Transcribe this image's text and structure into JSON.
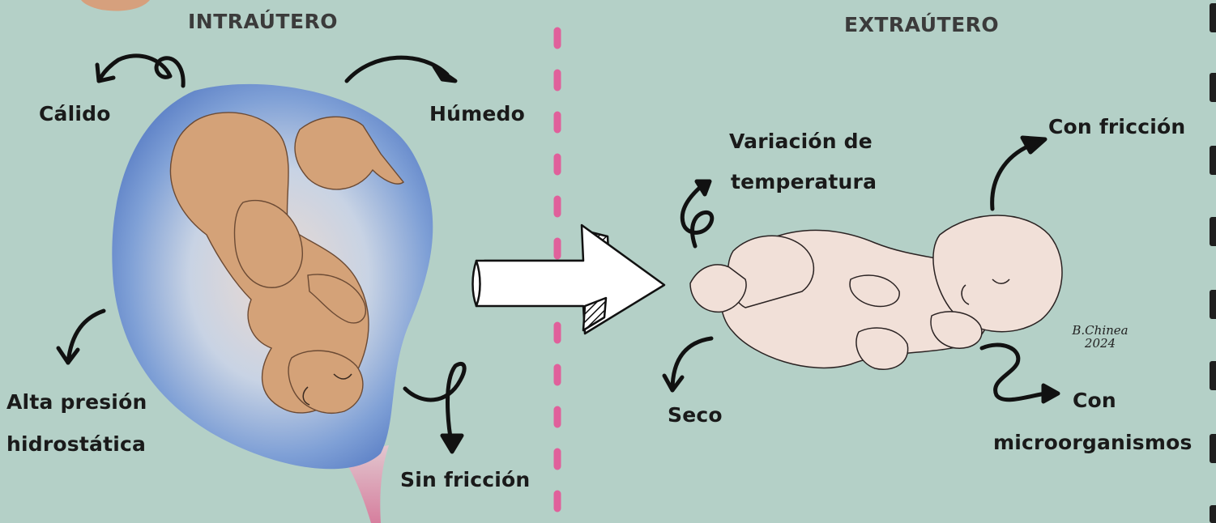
{
  "headings": {
    "left": "INTRAÚTERO",
    "right": "EXTRAÚTERO"
  },
  "intrauterine": {
    "warm": "Cálido",
    "humid": "Húmedo",
    "pressure_line1": "Alta presión",
    "pressure_line2": "hidrostática",
    "no_friction": "Sin fricción"
  },
  "extrauterine": {
    "temperature_line1": "Variación de",
    "temperature_line2": "temperatura",
    "friction": "Con fricción",
    "dry": "Seco",
    "microbes_line1": "Con",
    "microbes_line2": "microorganismos"
  },
  "signature": {
    "name": "B.Chinea",
    "year": "2024"
  },
  "colors": {
    "background": "#b4d0c7",
    "divider": "#e0609b",
    "ink": "#1a1a1a",
    "womb_blue": "#5a7fc4",
    "fetus_skin": "#d4a278",
    "baby_skin": "#f1e0d8"
  }
}
